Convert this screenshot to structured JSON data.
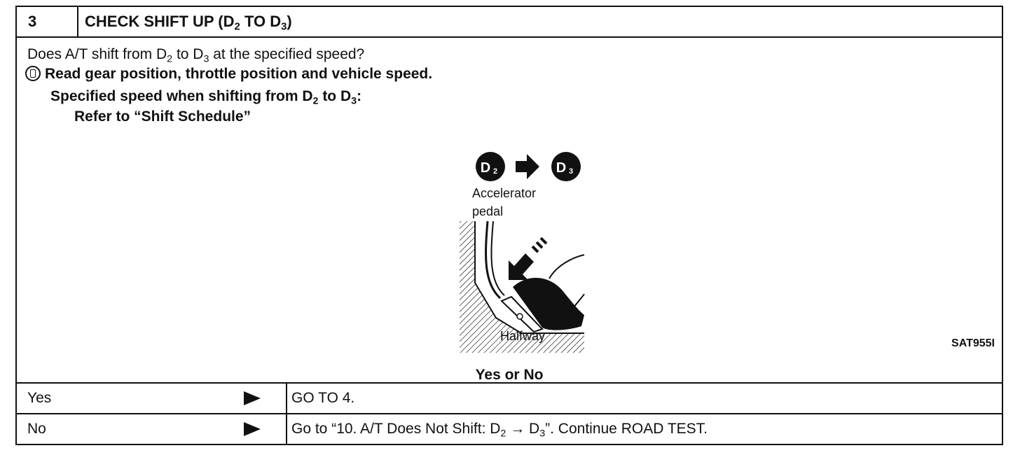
{
  "header": {
    "step_number": "3",
    "title_prefix": "CHECK SHIFT UP (D",
    "title_sub1": "2",
    "title_mid": " TO D",
    "title_sub2": "3",
    "title_suffix": ")"
  },
  "body": {
    "question_a": "Does A/T shift from D",
    "question_sub1": "2",
    "question_b": " to D",
    "question_sub2": "3",
    "question_c": " at the specified speed?",
    "instruction": "Read gear position, throttle position and vehicle speed.",
    "spec_a": "Specified speed when shifting from D",
    "spec_sub1": "2",
    "spec_b": " to D",
    "spec_sub2": "3",
    "spec_c": ":",
    "refer": "Refer to “Shift Schedule”"
  },
  "figure": {
    "from_badge": "D",
    "from_sub": "2",
    "to_badge": "D",
    "to_sub": "3",
    "label_accelerator": "Accelerator",
    "label_pedal": "pedal",
    "label_halfway": "Halfway",
    "code": "SAT955I"
  },
  "prompt": "Yes or No",
  "rows": [
    {
      "answer": "Yes",
      "action_a": "GO TO 4.",
      "action_sub": "",
      "action_b": ""
    },
    {
      "answer": "No",
      "action_a": "Go to “10. A/T Does Not Shift: D",
      "action_sub": "2",
      "action_mid": " → D",
      "action_sub2": "3",
      "action_b": "”. Continue ROAD TEST."
    }
  ]
}
